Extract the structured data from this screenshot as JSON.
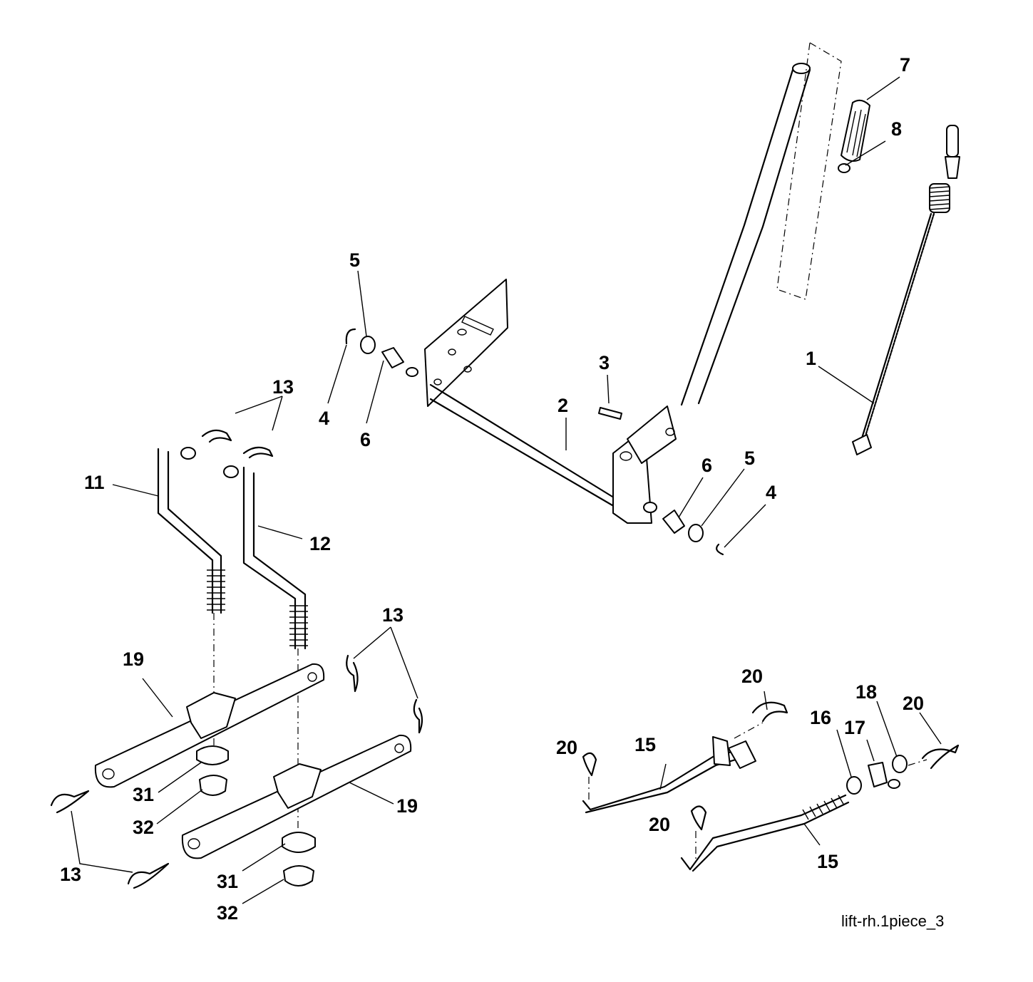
{
  "callouts": [
    {
      "id": "c1",
      "label": "1"
    },
    {
      "id": "c2",
      "label": "2"
    },
    {
      "id": "c3",
      "label": "3"
    },
    {
      "id": "c4a",
      "label": "4"
    },
    {
      "id": "c4b",
      "label": "4"
    },
    {
      "id": "c5a",
      "label": "5"
    },
    {
      "id": "c5b",
      "label": "5"
    },
    {
      "id": "c6a",
      "label": "6"
    },
    {
      "id": "c6b",
      "label": "6"
    },
    {
      "id": "c7",
      "label": "7"
    },
    {
      "id": "c8",
      "label": "8"
    },
    {
      "id": "c11",
      "label": "11"
    },
    {
      "id": "c12",
      "label": "12"
    },
    {
      "id": "c13a",
      "label": "13"
    },
    {
      "id": "c13b",
      "label": "13"
    },
    {
      "id": "c13c",
      "label": "13"
    },
    {
      "id": "c15a",
      "label": "15"
    },
    {
      "id": "c15b",
      "label": "15"
    },
    {
      "id": "c16",
      "label": "16"
    },
    {
      "id": "c17",
      "label": "17"
    },
    {
      "id": "c18",
      "label": "18"
    },
    {
      "id": "c19a",
      "label": "19"
    },
    {
      "id": "c19b",
      "label": "19"
    },
    {
      "id": "c20a",
      "label": "20"
    },
    {
      "id": "c20b",
      "label": "20"
    },
    {
      "id": "c20c",
      "label": "20"
    },
    {
      "id": "c20d",
      "label": "20"
    },
    {
      "id": "c31a",
      "label": "31"
    },
    {
      "id": "c31b",
      "label": "31"
    },
    {
      "id": "c32a",
      "label": "32"
    },
    {
      "id": "c32b",
      "label": "32"
    }
  ],
  "caption": "lift-rh.1piece_3"
}
